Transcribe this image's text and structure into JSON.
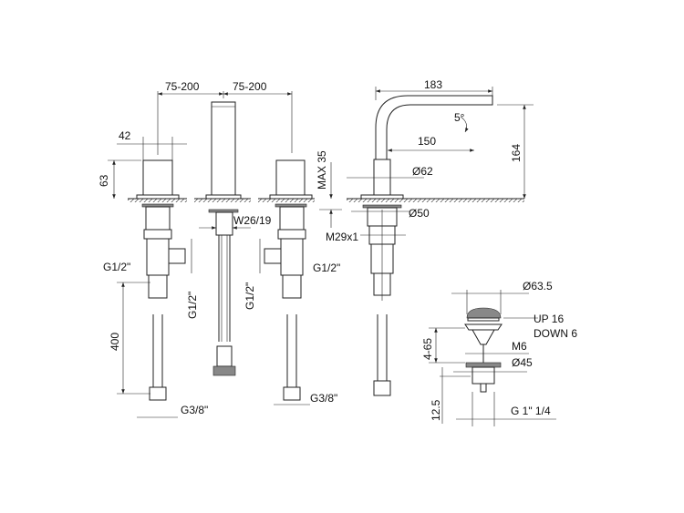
{
  "drawing": {
    "mixer": {
      "spacing_left": "75-200",
      "spacing_right": "75-200",
      "handle_width": "42",
      "handle_height": "63",
      "max_deck": "MAX 35",
      "spout_wrench": "W26/19",
      "inlet_left": "G1/2\"",
      "inlet_right": "G1/2\"",
      "hose_left": "G1/2\"",
      "hose_right": "G1/2\"",
      "hose_length": "400",
      "outlet_left": "G3/8\"",
      "outlet_right": "G3/8\""
    },
    "spout": {
      "reach": "183",
      "angle": "5°",
      "inner_reach": "150",
      "height": "164",
      "base_dia": "Ø62",
      "hole_dia": "Ø50",
      "thread": "M29x1"
    },
    "drain": {
      "cap_dia": "Ø63.5",
      "stroke_up": "UP 16",
      "stroke_down": "DOWN 6",
      "range": "4-65",
      "rod": "M6",
      "body_dia": "Ø45",
      "flange": "12.5",
      "thread": "G 1\" 1/4"
    }
  }
}
